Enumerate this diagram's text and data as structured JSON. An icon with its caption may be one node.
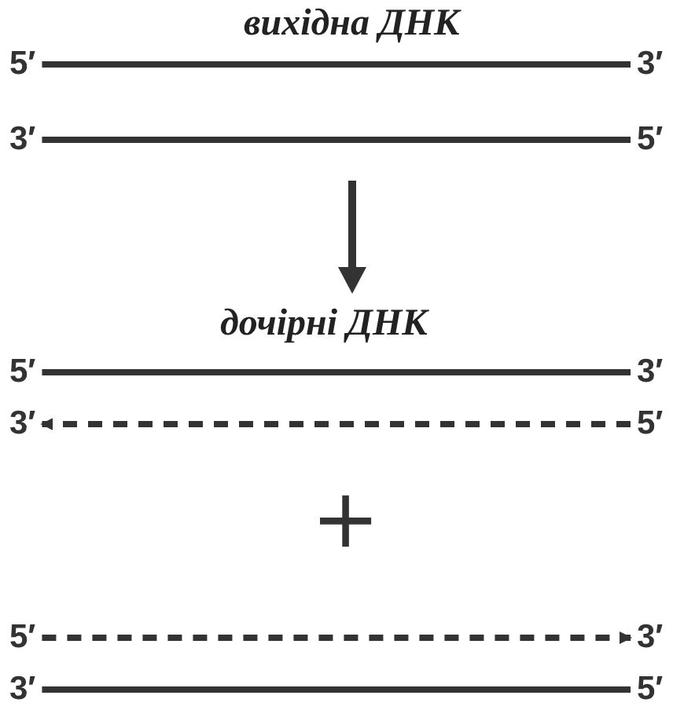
{
  "diagram": {
    "nodes": [
      {
        "text": [
          "5′"
        ]
      },
      {
        "text": [
          "3′"
        ]
      },
      {
        "text": [
          "3′"
        ]
      },
      {
        "text": [
          "5′"
        ]
      },
      {
        "text": [
          "5′"
        ]
      },
      {
        "text": [
          "3′"
        ]
      },
      {
        "text": [
          "3′"
        ]
      },
      {
        "text": [
          "5′"
        ]
      },
      {
        "text": [
          "5′"
        ]
      },
      {
        "text": [
          "3′"
        ]
      },
      {
        "text": [
          "3′"
        ]
      },
      {
        "text": [
          "5′"
        ]
      }
    ],
    "edges": [
      {
        "from": 0,
        "to": 1,
        "arrow": "none"
      },
      {
        "from": 2,
        "to": 3,
        "arrow": "none"
      },
      {
        "from": 4,
        "to": 5,
        "arrow": "none"
      },
      {
        "from": 7,
        "to": 6,
        "arrow": "to",
        "style": "dashed"
      },
      {
        "from": 8,
        "to": 9,
        "arrow": "to",
        "style": "dashed"
      },
      {
        "from": 10,
        "to": 11,
        "arrow": "none"
      }
    ],
    "labels": [
      "вихідна ДНК",
      "дочірні ДНК",
      "+"
    ]
  }
}
